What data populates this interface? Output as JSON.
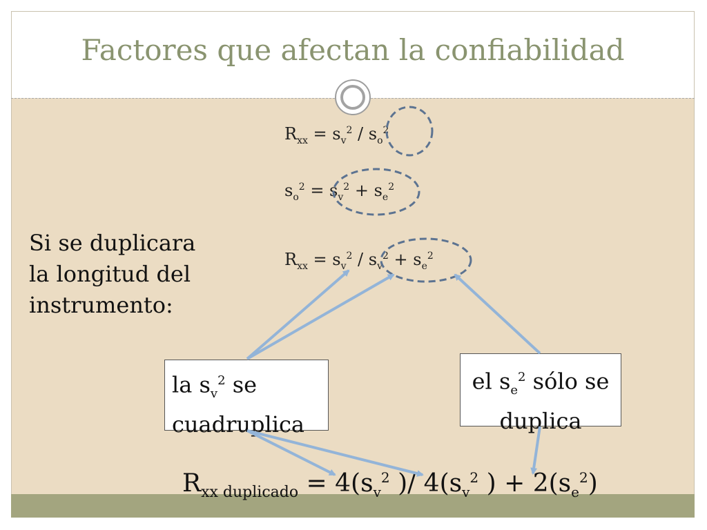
{
  "slide": {
    "title": "Factores que afectan la confiabilidad"
  },
  "formulas": {
    "line1": {
      "R": "R",
      "xx": "xx",
      "eq": " = s",
      "v": "v",
      "sq1": "2",
      "slash": " / s",
      "o": "o",
      "sq2": "2"
    },
    "line2": {
      "s": "s",
      "o": "o",
      "sq0": "2",
      "eq": " = s",
      "v": "v",
      "sq1": "2",
      "plus": " + s",
      "e": "e",
      "sq2": "2"
    },
    "line3": {
      "R": "R",
      "xx": "xx",
      "eq": " = s",
      "v": "v",
      "sq1": "2",
      "slash": " / s",
      "v2": "v",
      "sq2": "2",
      "plus": " + s",
      "e": "e",
      "sq3": "2"
    }
  },
  "side_note": "Si se duplicara la longitud del instrumento:",
  "box_left": {
    "pre": "la s",
    "sub": "v",
    "sup": "2",
    "post": " se cuadruplica"
  },
  "box_right": {
    "pre": "el s",
    "sub": "e",
    "sup": "2",
    "post": " sólo se duplica"
  },
  "bottom": {
    "R": "R",
    "sub": "xx duplicado",
    "p1": " = 4(s",
    "v1": "v",
    "sq1": "2",
    "p2": " )/ 4(s",
    "v2": "v",
    "sq2": "2",
    "p3": " ) + 2(s",
    "e": "e",
    "sq3": "2",
    "p4": ")"
  },
  "colors": {
    "title": "#8a9470",
    "background": "#ebdcc3",
    "footer": "#a3a57f",
    "arrow": "#93b4d8",
    "ellipse": "#5c7391"
  }
}
